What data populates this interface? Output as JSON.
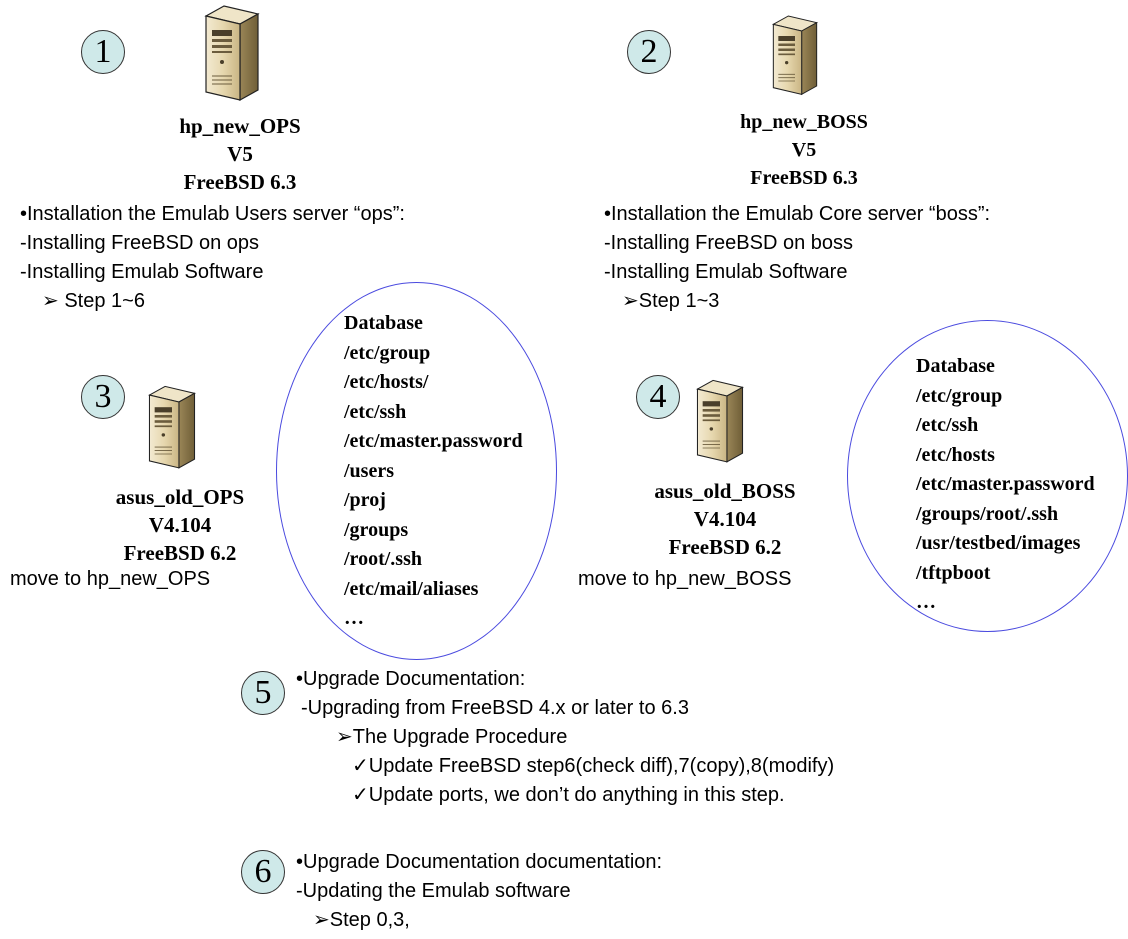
{
  "servers": {
    "hp_new_ops": {
      "number": "1",
      "name": "hp_new_OPS",
      "version": "V5",
      "os": "FreeBSD 6.3"
    },
    "hp_new_boss": {
      "number": "2",
      "name": "hp_new_BOSS",
      "version": "V5",
      "os": "FreeBSD 6.3"
    },
    "asus_old_ops": {
      "number": "3",
      "name": "asus_old_OPS",
      "version": "V4.104",
      "os": "FreeBSD 6.2",
      "move": "move to hp_new_OPS"
    },
    "asus_old_boss": {
      "number": "4",
      "name": "asus_old_BOSS",
      "version": "V4.104",
      "os": "FreeBSD 6.2",
      "move": "move to hp_new_BOSS"
    }
  },
  "ops_install": {
    "line1": "•Installation the Emulab Users server “ops”:",
    "line2": "-Installing FreeBSD on ops",
    "line3": "-Installing Emulab Software",
    "line4": "➢ Step 1~6"
  },
  "boss_install": {
    "line1": "•Installation the Emulab Core server “boss”:",
    "line2": "-Installing FreeBSD on boss",
    "line3": "-Installing Emulab Software",
    "line4": "➢Step 1~3"
  },
  "ops_files": [
    "Database",
    "/etc/group",
    "/etc/hosts/",
    "/etc/ssh",
    "/etc/master.password",
    "/users",
    "/proj",
    "/groups",
    "/root/.ssh",
    "/etc/mail/aliases",
    "…"
  ],
  "boss_files": [
    "Database",
    "/etc/group",
    "/etc/ssh",
    "/etc/hosts",
    "/etc/master.password",
    "/groups/root/.ssh",
    "/usr/testbed/images",
    "/tftpboot",
    "…"
  ],
  "step5": {
    "number": "5",
    "line1": "•Upgrade Documentation:",
    "line2": "-Upgrading from FreeBSD 4.x or later to 6.3",
    "line3": "➢The Upgrade Procedure",
    "line4": "✓Update FreeBSD  step6(check diff),7(copy),8(modify)",
    "line5": "✓Update ports, we don’t do anything in this step."
  },
  "step6": {
    "number": "6",
    "line1": "•Upgrade Documentation documentation:",
    "line2": "-Updating the Emulab software",
    "line3": "➢Step 0,3,"
  }
}
